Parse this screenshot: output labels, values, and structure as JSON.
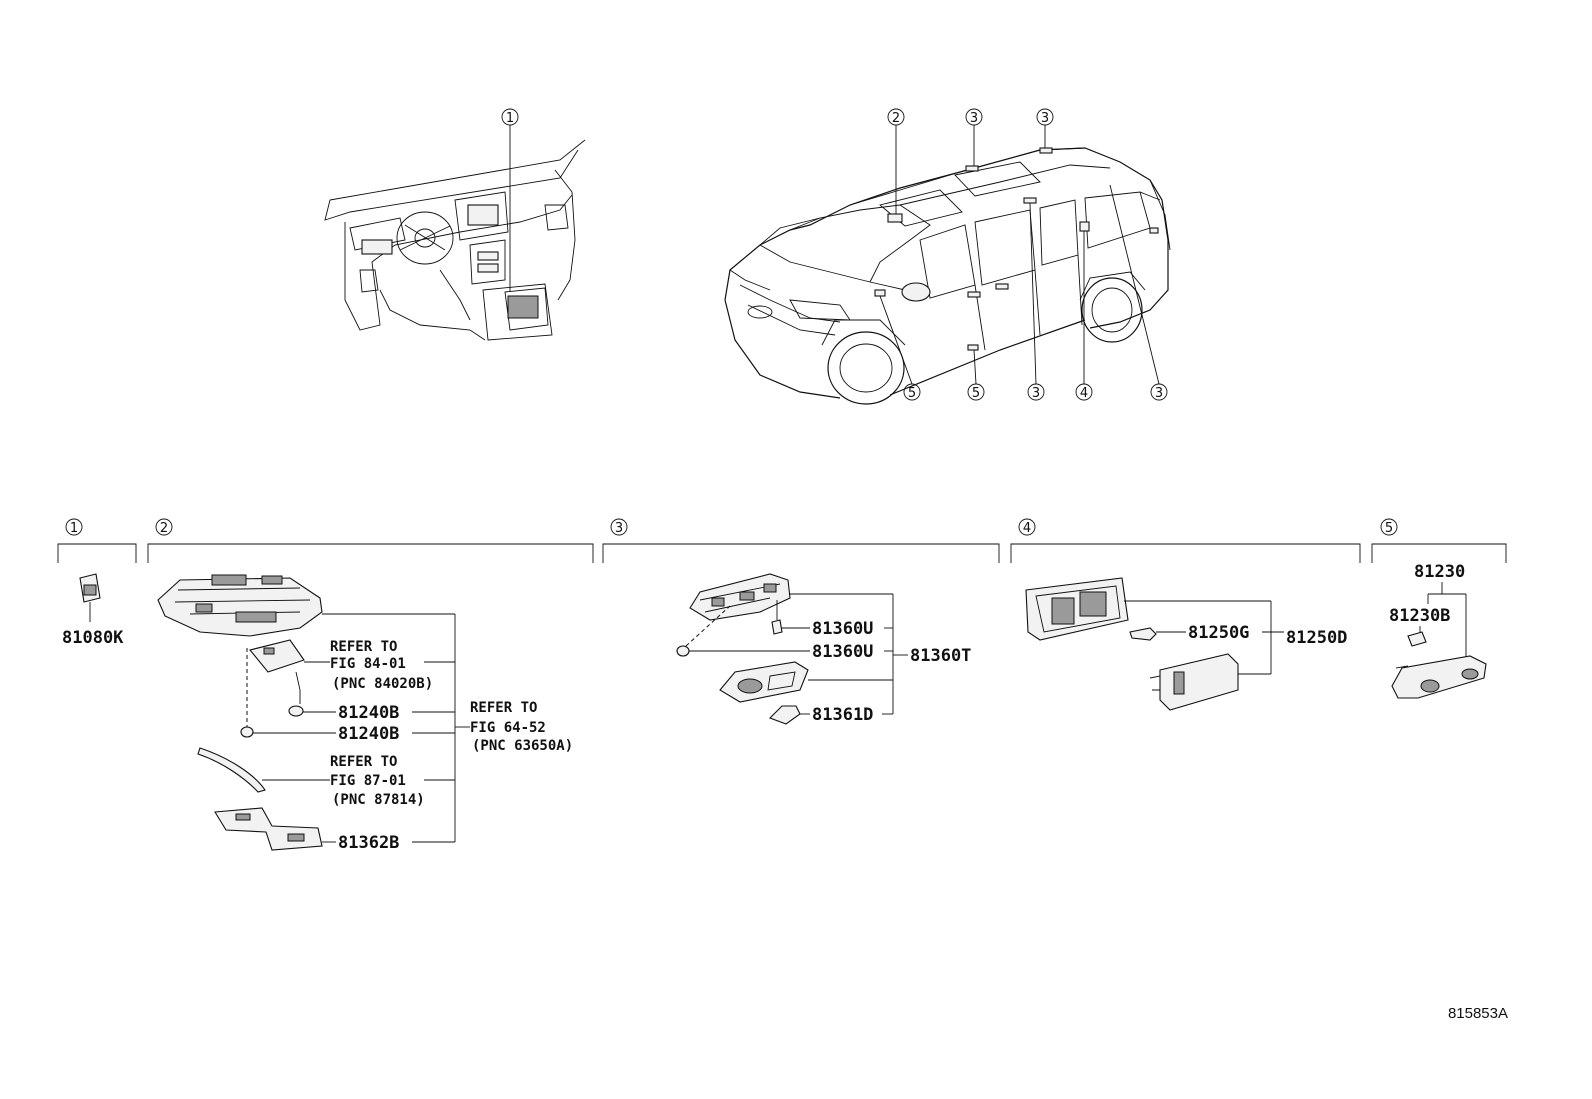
{
  "callouts": {
    "interior": [
      "1"
    ],
    "vehicle_top": [
      "2",
      "3",
      "3"
    ],
    "vehicle_bottom": [
      "5",
      "5",
      "3",
      "4",
      "3"
    ]
  },
  "sections": [
    "1",
    "2",
    "3",
    "4",
    "5"
  ],
  "section1": {
    "part": "81080K"
  },
  "section2": {
    "refer_a": [
      "REFER TO",
      "FIG 84-01",
      "(PNC 84020B)"
    ],
    "part_a": "81240B",
    "part_b": "81240B",
    "refer_b": [
      "REFER TO",
      "FIG 64-52",
      "(PNC 63650A)"
    ],
    "refer_c": [
      "REFER TO",
      "FIG 87-01",
      "(PNC 87814)"
    ],
    "part_c": "81362B"
  },
  "section3": {
    "part_a": "81360U",
    "part_b": "81360U",
    "assembly": "81360T",
    "part_c": "81361D"
  },
  "section4": {
    "part_a": "81250G",
    "assembly": "81250D"
  },
  "section5": {
    "assembly": "81230",
    "part_a": "81230B"
  },
  "diagram_code": "815853A"
}
